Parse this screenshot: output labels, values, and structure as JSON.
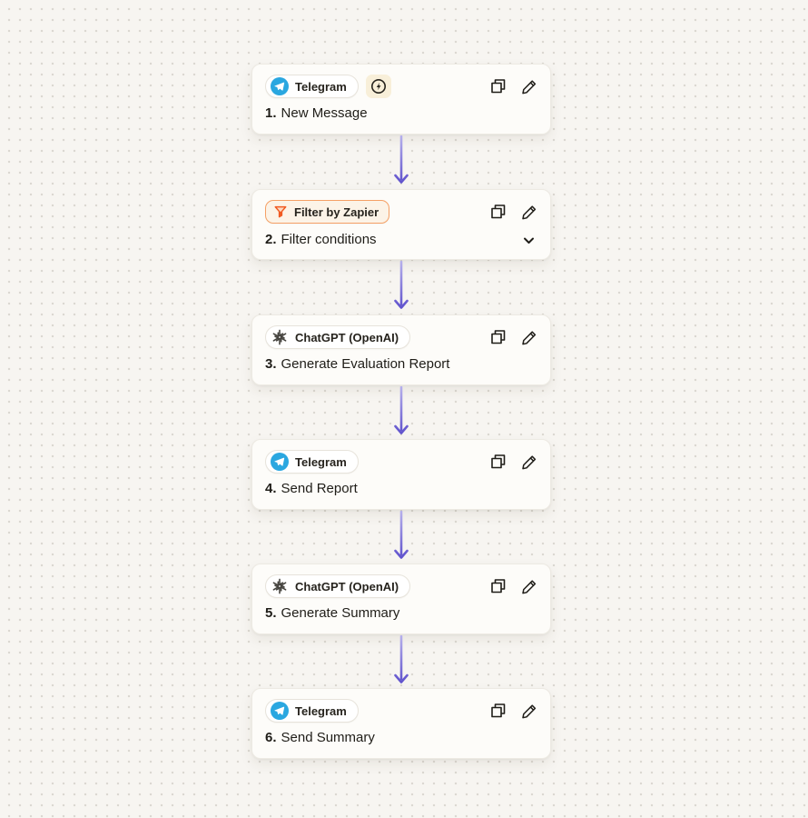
{
  "canvas": {
    "background_color": "#F7F5F1",
    "dot_color": "#DAD7D0"
  },
  "colors": {
    "card_background": "#FDFCF9",
    "card_border": "#EDEAE3",
    "text_dark": "#1F1D18",
    "arrow_gradient_start": "#B7B1EC",
    "arrow_gradient_end": "#5546C9",
    "telegram_blue": "#2AA7E0",
    "openai_dark": "#45433E",
    "filter_orange": "#F15B22",
    "filter_badge_background": "#FCF3E7",
    "filter_badge_border": "#F5A065",
    "trigger_badge_background": "#F8EFD9"
  },
  "icons": {
    "telegram": "telegram-icon",
    "openai": "openai-icon",
    "filter": "funnel-icon",
    "trigger": "lightning-icon",
    "copy": "copy-icon",
    "edit": "pencil-icon",
    "collapse": "chevron-down-icon"
  },
  "steps": [
    {
      "num": "1.",
      "title": "New Message",
      "app": "Telegram",
      "app_icon": "telegram-icon",
      "is_trigger": true,
      "collapsible": false
    },
    {
      "num": "2.",
      "title": "Filter conditions",
      "app": "Filter by Zapier",
      "app_icon": "funnel-icon",
      "is_trigger": false,
      "collapsible": true
    },
    {
      "num": "3.",
      "title": "Generate Evaluation Report",
      "app": "ChatGPT (OpenAI)",
      "app_icon": "openai-icon",
      "is_trigger": false,
      "collapsible": false
    },
    {
      "num": "4.",
      "title": "Send Report",
      "app": "Telegram",
      "app_icon": "telegram-icon",
      "is_trigger": false,
      "collapsible": false
    },
    {
      "num": "5.",
      "title": "Generate Summary",
      "app": "ChatGPT (OpenAI)",
      "app_icon": "openai-icon",
      "is_trigger": false,
      "collapsible": false
    },
    {
      "num": "6.",
      "title": "Send Summary",
      "app": "Telegram",
      "app_icon": "telegram-icon",
      "is_trigger": false,
      "collapsible": false
    }
  ]
}
